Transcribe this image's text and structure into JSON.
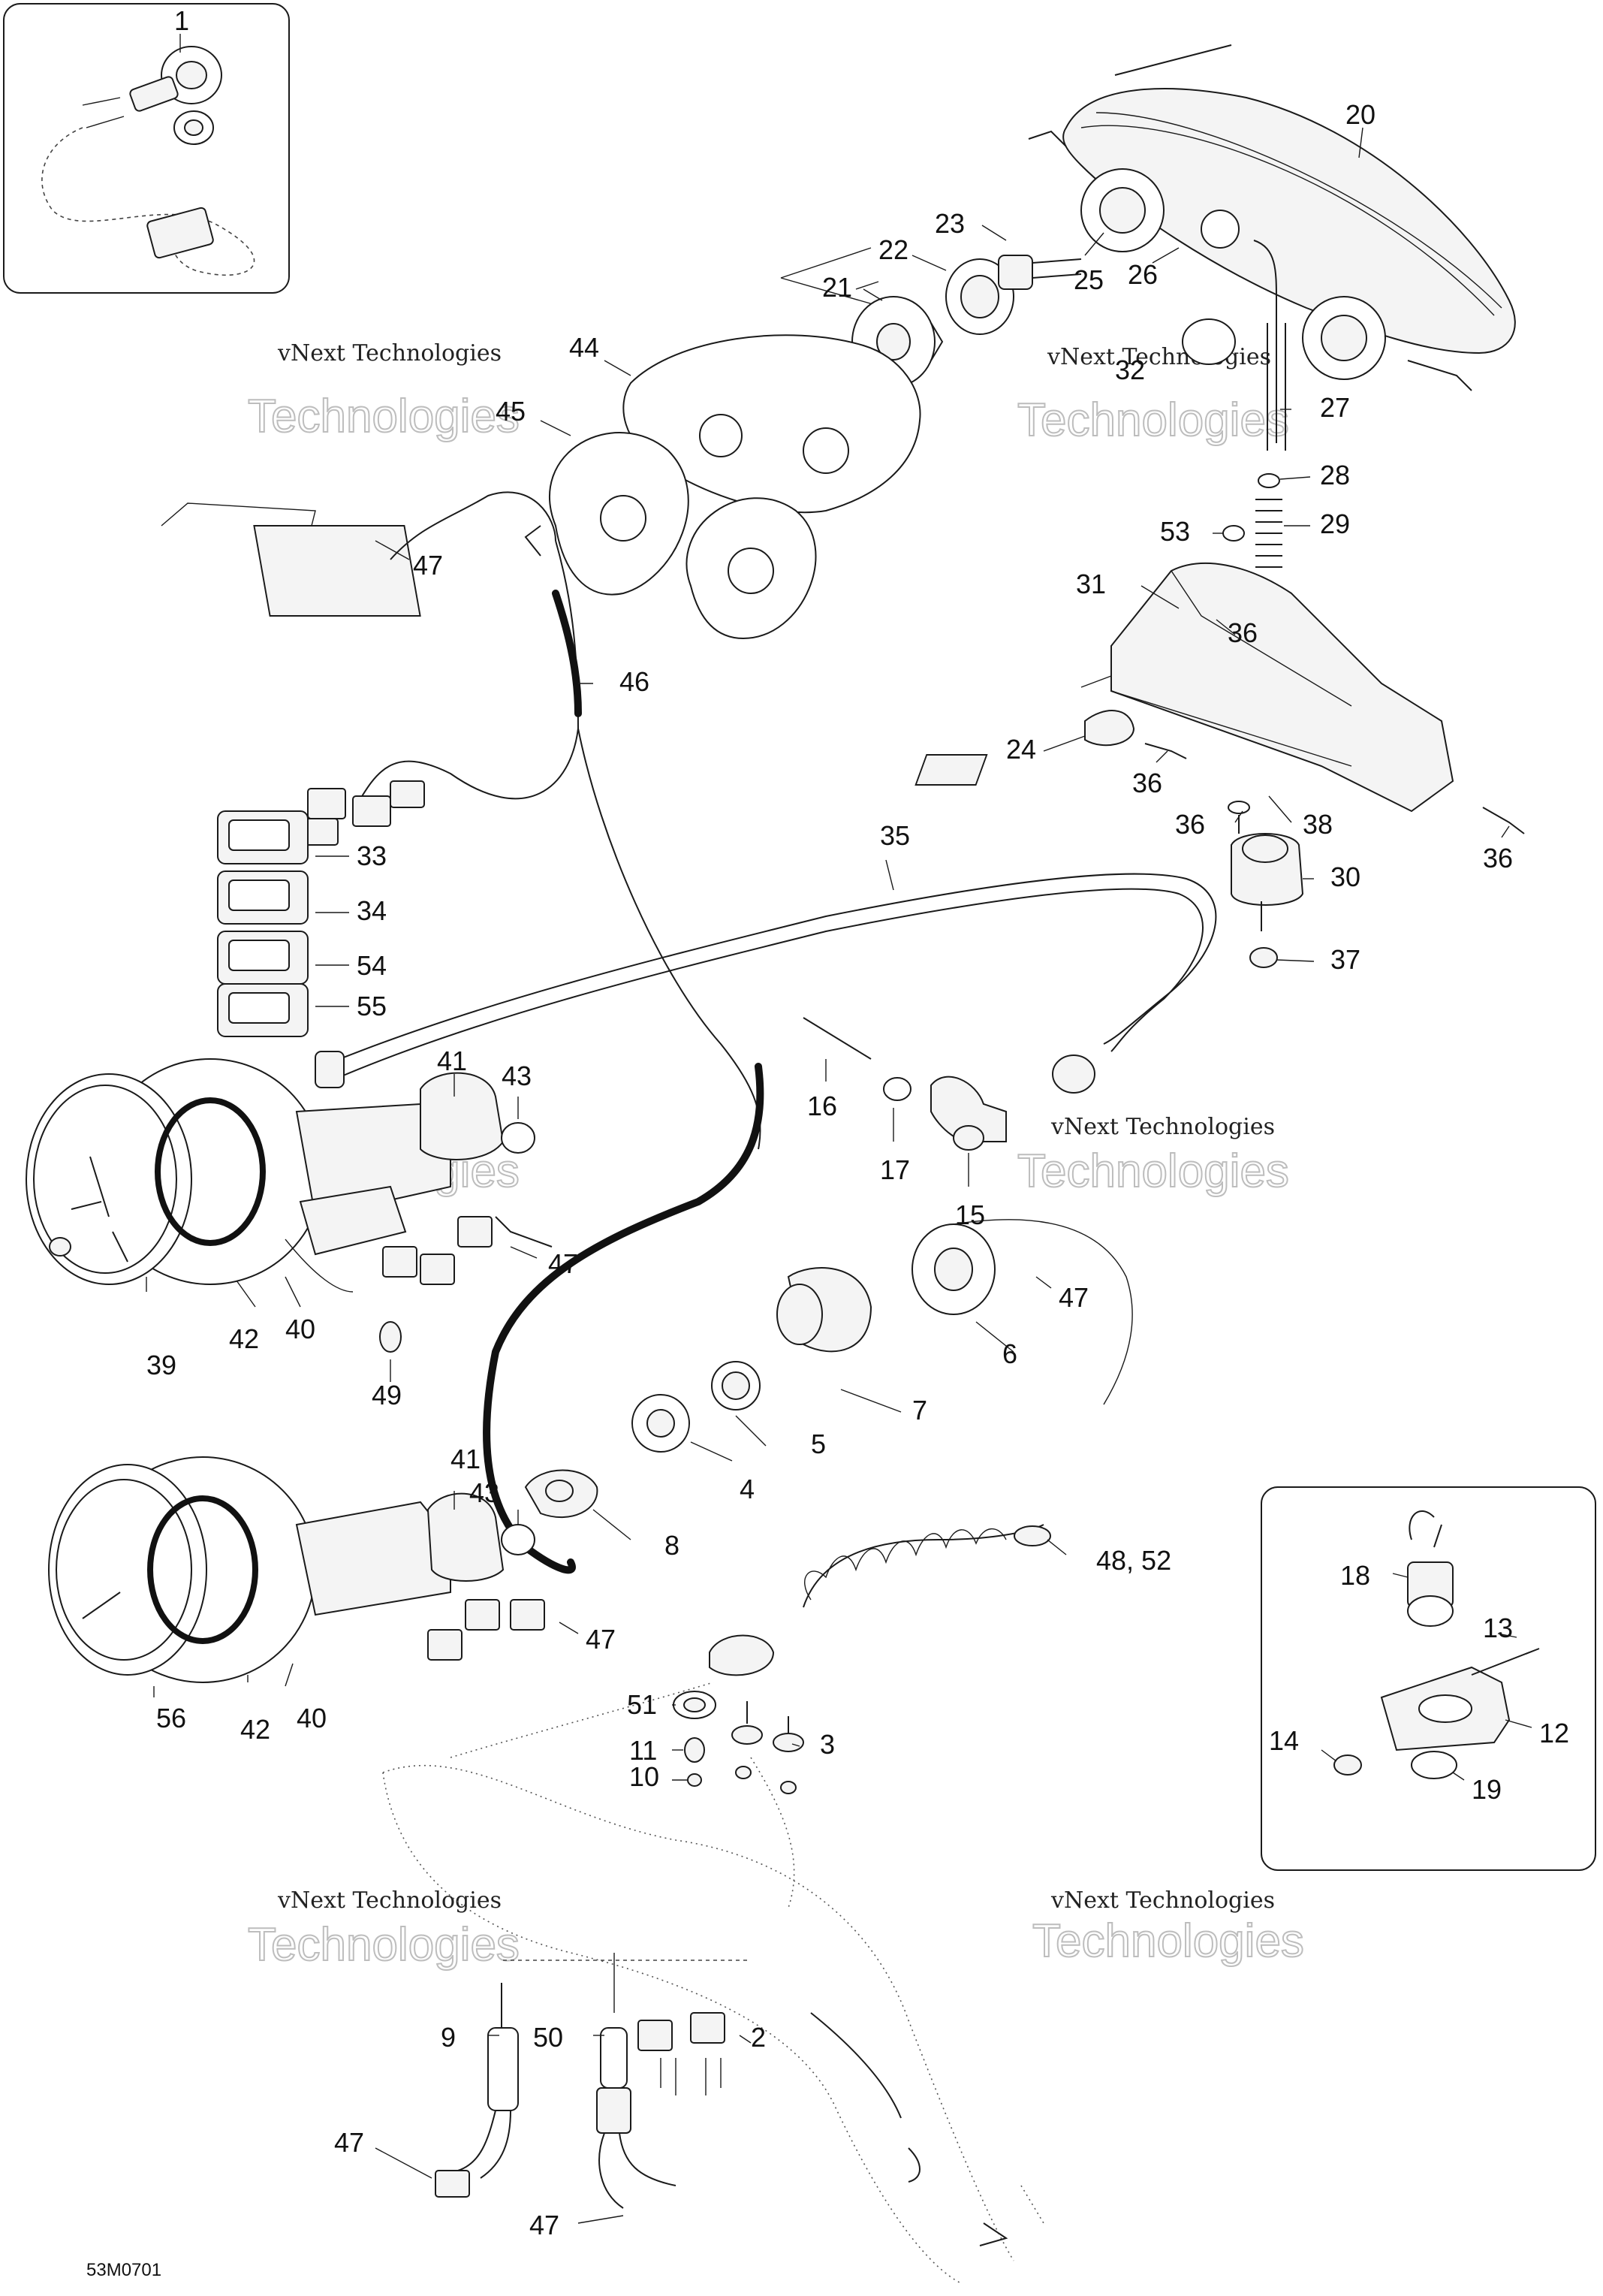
{
  "callouts": [
    {
      "id": "1",
      "label": "1"
    },
    {
      "id": "2",
      "label": "2"
    },
    {
      "id": "3",
      "label": "3"
    },
    {
      "id": "4",
      "label": "4"
    },
    {
      "id": "5",
      "label": "5"
    },
    {
      "id": "6",
      "label": "6"
    },
    {
      "id": "7",
      "label": "7"
    },
    {
      "id": "8",
      "label": "8"
    },
    {
      "id": "9",
      "label": "9"
    },
    {
      "id": "10",
      "label": "10"
    },
    {
      "id": "11",
      "label": "11"
    },
    {
      "id": "12",
      "label": "12"
    },
    {
      "id": "13",
      "label": "13"
    },
    {
      "id": "14",
      "label": "14"
    },
    {
      "id": "15",
      "label": "15"
    },
    {
      "id": "16",
      "label": "16"
    },
    {
      "id": "17",
      "label": "17"
    },
    {
      "id": "18",
      "label": "18"
    },
    {
      "id": "19",
      "label": "19"
    },
    {
      "id": "20",
      "label": "20"
    },
    {
      "id": "21",
      "label": "21"
    },
    {
      "id": "22",
      "label": "22"
    },
    {
      "id": "23",
      "label": "23"
    },
    {
      "id": "24",
      "label": "24"
    },
    {
      "id": "25",
      "label": "25"
    },
    {
      "id": "26",
      "label": "26"
    },
    {
      "id": "27",
      "label": "27"
    },
    {
      "id": "28",
      "label": "28"
    },
    {
      "id": "29",
      "label": "29"
    },
    {
      "id": "30",
      "label": "30"
    },
    {
      "id": "31",
      "label": "31"
    },
    {
      "id": "32",
      "label": "32"
    },
    {
      "id": "33",
      "label": "33"
    },
    {
      "id": "34",
      "label": "34"
    },
    {
      "id": "35",
      "label": "35"
    },
    {
      "id": "36a",
      "label": "36"
    },
    {
      "id": "36b",
      "label": "36"
    },
    {
      "id": "36c",
      "label": "36"
    },
    {
      "id": "36d",
      "label": "36"
    },
    {
      "id": "37",
      "label": "37"
    },
    {
      "id": "38",
      "label": "38"
    },
    {
      "id": "39",
      "label": "39"
    },
    {
      "id": "40a",
      "label": "40"
    },
    {
      "id": "40b",
      "label": "40"
    },
    {
      "id": "41a",
      "label": "41"
    },
    {
      "id": "41b",
      "label": "41"
    },
    {
      "id": "42a",
      "label": "42"
    },
    {
      "id": "42b",
      "label": "42"
    },
    {
      "id": "43a",
      "label": "43"
    },
    {
      "id": "43b",
      "label": "43"
    },
    {
      "id": "44",
      "label": "44"
    },
    {
      "id": "45",
      "label": "45"
    },
    {
      "id": "46",
      "label": "46"
    },
    {
      "id": "47a",
      "label": "47"
    },
    {
      "id": "47b",
      "label": "47"
    },
    {
      "id": "47c",
      "label": "47"
    },
    {
      "id": "47d",
      "label": "47"
    },
    {
      "id": "47e",
      "label": "47"
    },
    {
      "id": "47f",
      "label": "47"
    },
    {
      "id": "48",
      "label": "48, 52"
    },
    {
      "id": "49",
      "label": "49"
    },
    {
      "id": "50",
      "label": "50"
    },
    {
      "id": "51",
      "label": "51"
    },
    {
      "id": "53",
      "label": "53"
    },
    {
      "id": "54",
      "label": "54"
    },
    {
      "id": "55",
      "label": "55"
    },
    {
      "id": "56",
      "label": "56"
    }
  ],
  "diagram_code": "53M0701",
  "watermark": {
    "line1": "vNext Technologies",
    "line2": "Technologies"
  }
}
